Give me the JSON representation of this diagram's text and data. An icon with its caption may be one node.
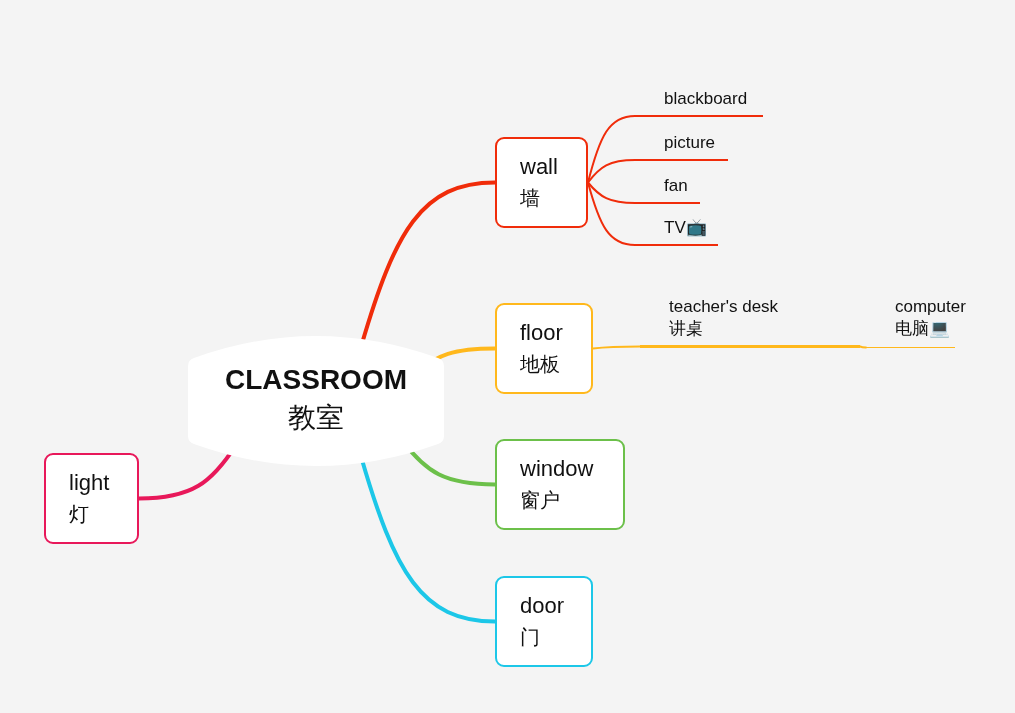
{
  "diagram": {
    "nodes": [
      {
        "text": [
          "CLASSROOM",
          "教室"
        ]
      },
      {
        "text": [
          "wall",
          "墙"
        ]
      },
      {
        "text": [
          "blackboard"
        ]
      },
      {
        "text": [
          "picture"
        ]
      },
      {
        "text": [
          "fan"
        ]
      },
      {
        "text": [
          "TV📺"
        ]
      },
      {
        "text": [
          "floor",
          "地板"
        ]
      },
      {
        "text": [
          "teacher's desk",
          "讲桌"
        ]
      },
      {
        "text": [
          "computer",
          "电脑💻"
        ]
      },
      {
        "text": [
          "window",
          "窗户"
        ]
      },
      {
        "text": [
          "door",
          "门"
        ]
      },
      {
        "text": [
          "light",
          "灯"
        ]
      }
    ],
    "edges": [
      {
        "from": 0,
        "to": 1,
        "arrow": "none",
        "style": "thick",
        "color": "#f02c0a"
      },
      {
        "from": 1,
        "to": 2,
        "arrow": "none",
        "color": "#f02c0a"
      },
      {
        "from": 1,
        "to": 3,
        "arrow": "none",
        "color": "#f02c0a"
      },
      {
        "from": 1,
        "to": 4,
        "arrow": "none",
        "color": "#f02c0a"
      },
      {
        "from": 1,
        "to": 5,
        "arrow": "none",
        "color": "#f02c0a"
      },
      {
        "from": 0,
        "to": 6,
        "arrow": "none",
        "style": "thick",
        "color": "#ffb81c"
      },
      {
        "from": 6,
        "to": 7,
        "arrow": "none",
        "color": "#ffb81c"
      },
      {
        "from": 7,
        "to": 8,
        "arrow": "none",
        "color": "#ffb81c"
      },
      {
        "from": 0,
        "to": 9,
        "arrow": "none",
        "style": "thick",
        "color": "#6cc04a"
      },
      {
        "from": 0,
        "to": 10,
        "arrow": "none",
        "style": "thick",
        "color": "#1cc7e8"
      },
      {
        "from": 0,
        "to": 11,
        "arrow": "none",
        "style": "thick",
        "color": "#e8185a"
      }
    ]
  }
}
